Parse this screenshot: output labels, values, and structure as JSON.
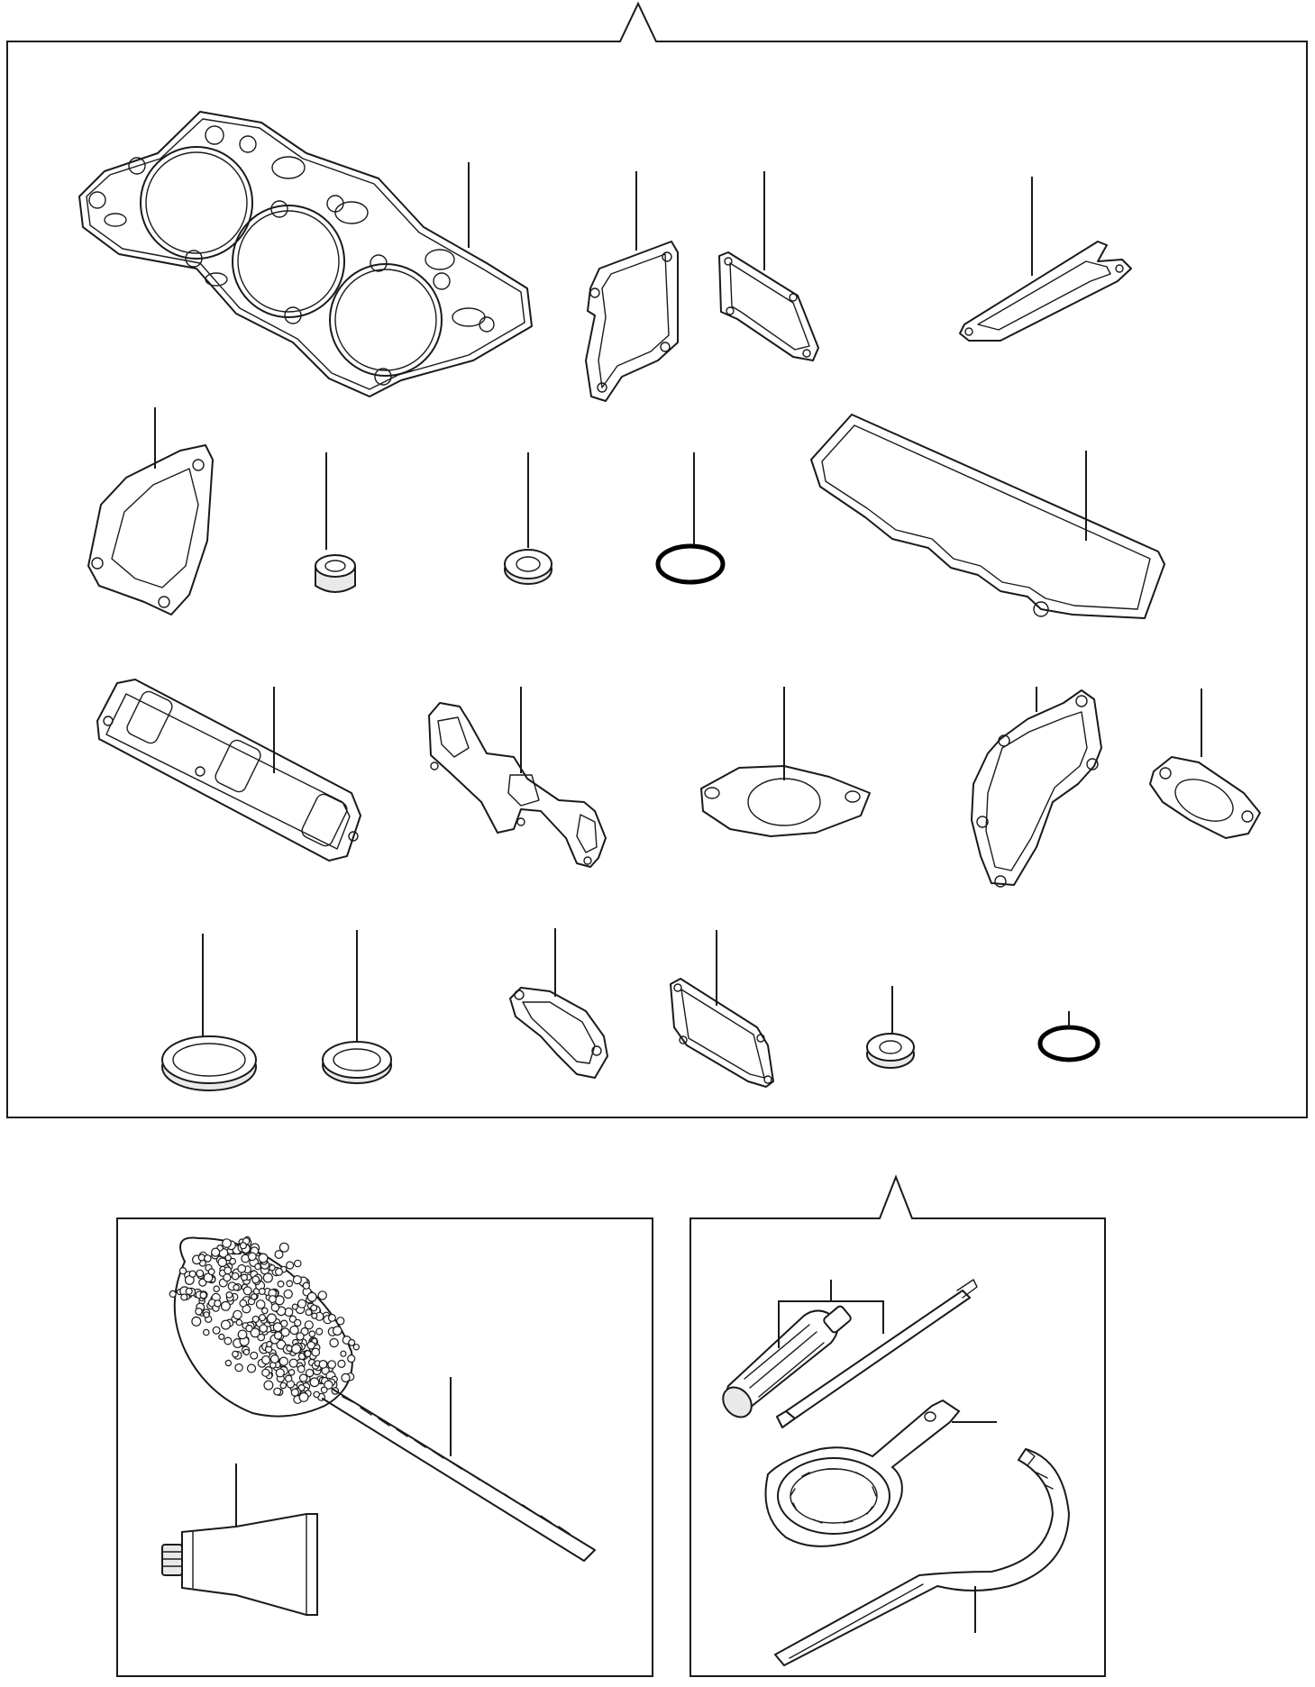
{
  "sheet": {
    "background": "#ffffff",
    "line_color": "#1a1a1a"
  },
  "panels": [
    {
      "name": "gasket-kit-panel",
      "parts": 21
    },
    {
      "name": "cleaning-kit-panel",
      "parts": 2
    },
    {
      "name": "tool-kit-panel",
      "parts": 3
    }
  ]
}
